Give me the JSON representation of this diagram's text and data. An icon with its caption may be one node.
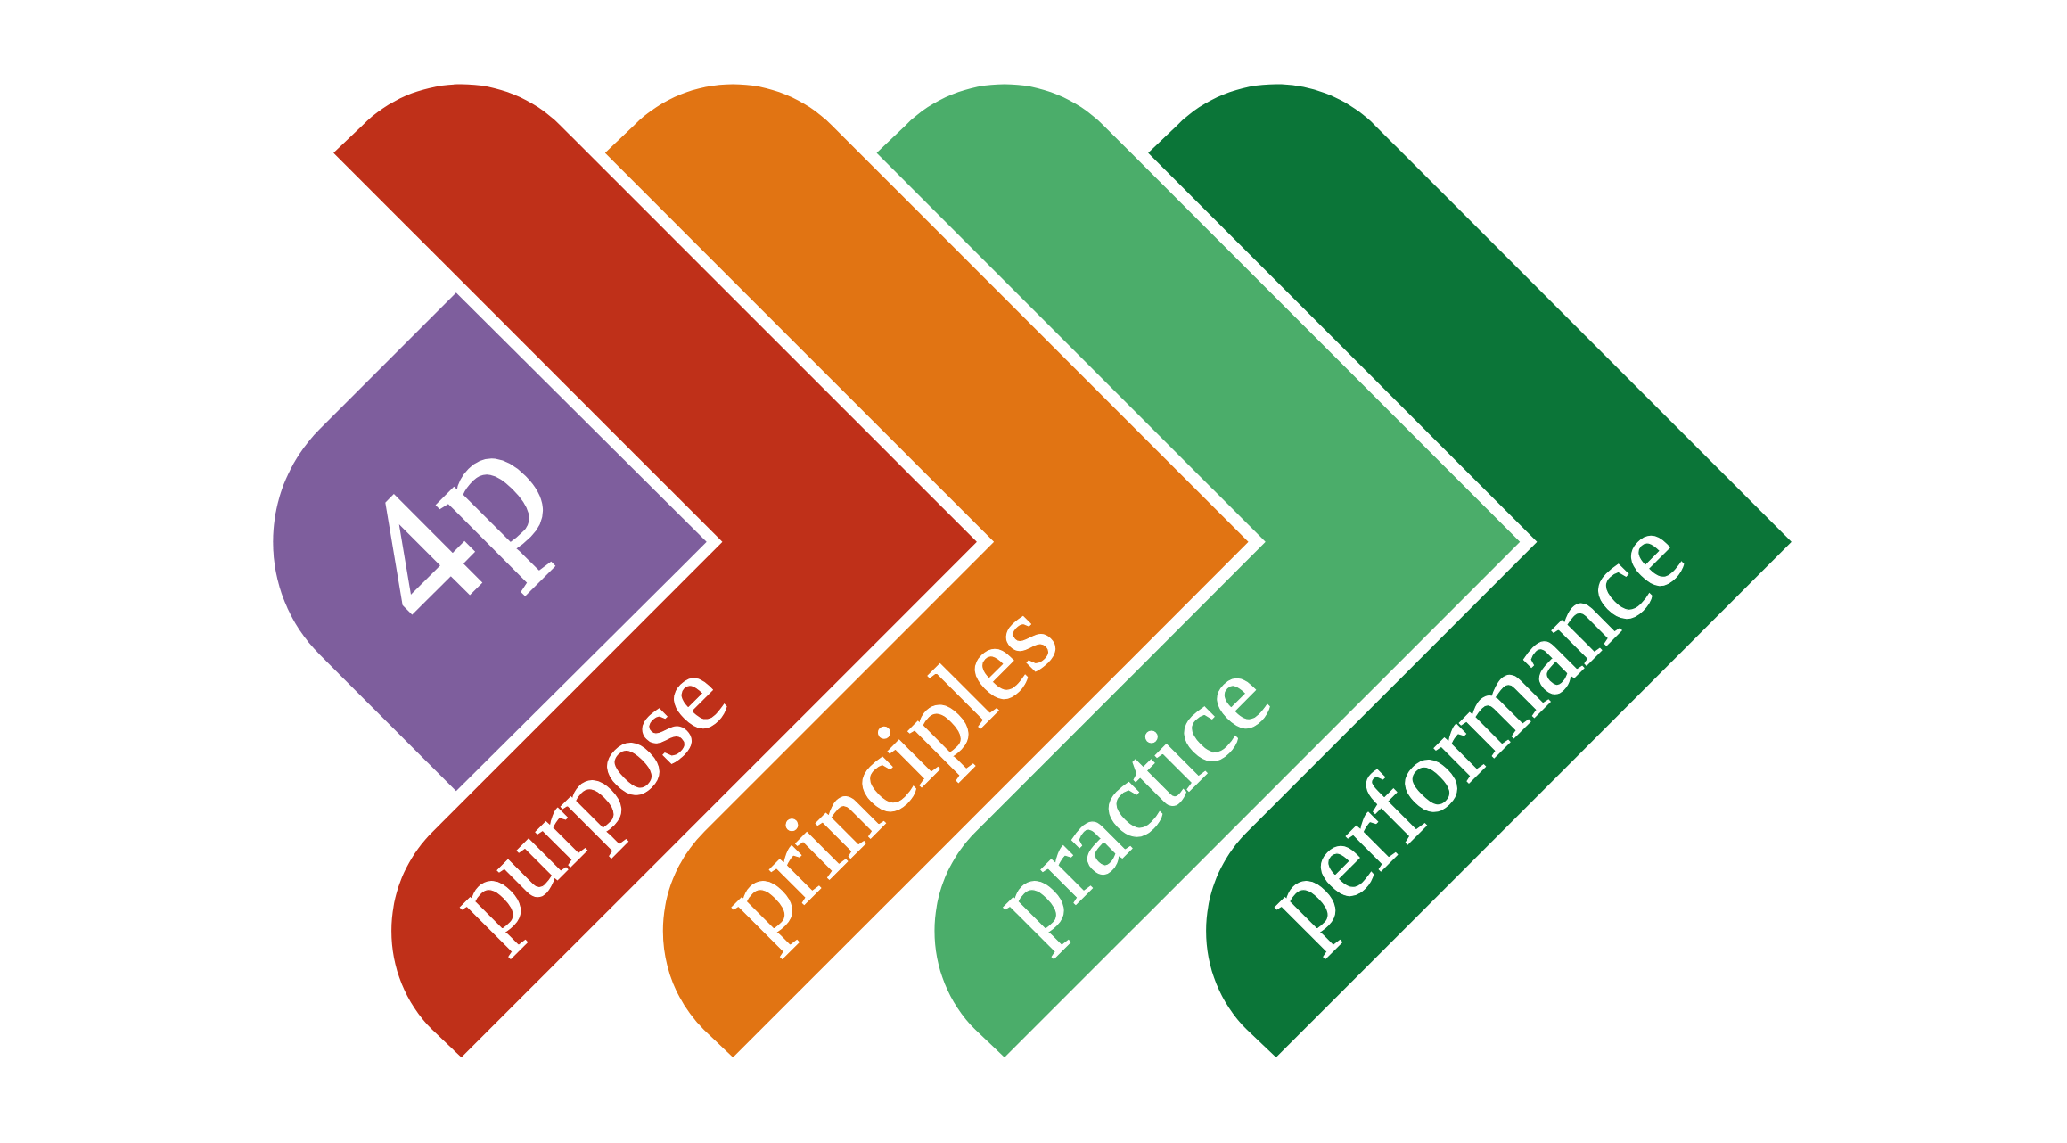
{
  "diagram": {
    "nodes": [
      {
        "text": [
          "4p"
        ]
      },
      {
        "text": [
          "purpose"
        ]
      },
      {
        "text": [
          "principles"
        ]
      },
      {
        "text": [
          "practice"
        ]
      },
      {
        "text": [
          "performance"
        ]
      }
    ]
  }
}
